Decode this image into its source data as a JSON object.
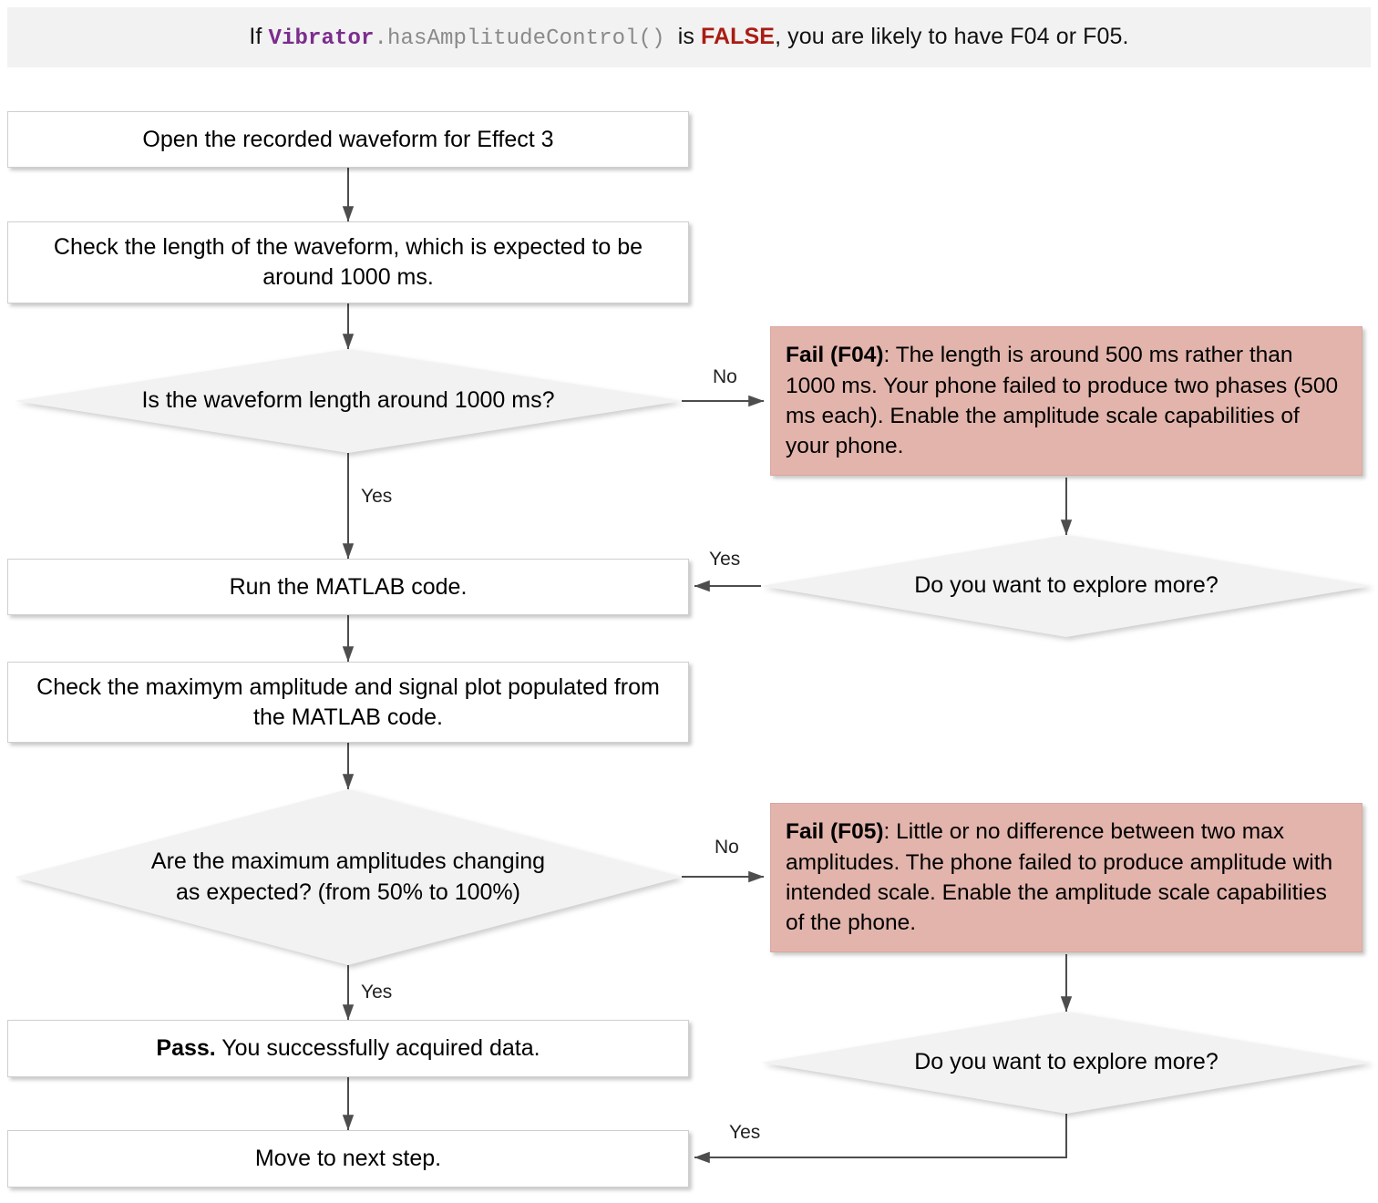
{
  "header": {
    "prefix": "If ",
    "code_class": "Vibrator",
    "code_method": ".hasAmplitudeControl()",
    "middle": "  is ",
    "false_word": "FALSE",
    "suffix": ", you are likely to have F04 or F05.",
    "band_color": "#f2f2f2",
    "code_class_color": "#7b2d8e",
    "code_method_color": "#8a8a8a",
    "false_color": "#aa1c13"
  },
  "colors": {
    "process_fill": "#ffffff",
    "process_border": "#cfcfcf",
    "decision_fill": "#f2f2f2",
    "fail_fill": "#e2b4ab",
    "edge_stroke": "#4d4d4d",
    "text": "#000000"
  },
  "nodes": {
    "open_waveform": {
      "label": "Open the recorded waveform for Effect 3",
      "type": "process"
    },
    "check_length": {
      "label": "Check the length of the waveform, which is expected to be around 1000 ms.",
      "type": "process"
    },
    "decide_length": {
      "label": "Is the waveform length around 1000 ms?",
      "type": "decision"
    },
    "fail_f04": {
      "type": "fail",
      "title": "Fail (F04)",
      "body": ": The length is around 500 ms rather than 1000 ms. Your phone failed to produce two phases (500 ms each). Enable the amplitude scale capabilities of your phone."
    },
    "explore_more_1": {
      "label": "Do you want to explore more?",
      "type": "decision"
    },
    "run_matlab": {
      "label": "Run the MATLAB code.",
      "type": "process"
    },
    "check_amplitude": {
      "label": "Check the maximym amplitude and signal plot populated from the MATLAB code.",
      "type": "process"
    },
    "decide_amplitude": {
      "label": "Are the maximum amplitudes changing as expected? (from 50% to 100%)",
      "type": "decision"
    },
    "fail_f05": {
      "type": "fail",
      "title": "Fail (F05)",
      "body": ": Little or no difference between two max amplitudes. The phone failed to produce amplitude with intended scale. Enable the amplitude scale capabilities of the phone."
    },
    "explore_more_2": {
      "label": "Do you want to explore more?",
      "type": "decision"
    },
    "pass_node": {
      "type": "process",
      "title": "Pass.",
      "body": " You successfully acquired data."
    },
    "next_step": {
      "label": "Move to next step.",
      "type": "process"
    }
  },
  "edge_labels": {
    "length_no": "No",
    "length_yes": "Yes",
    "explore1_yes": "Yes",
    "amplitude_no": "No",
    "amplitude_yes": "Yes",
    "explore2_yes": "Yes"
  },
  "chart_data": {
    "type": "diagram",
    "title": "Effect 3 amplitude-control troubleshooting flowchart",
    "edges": [
      {
        "from": "open_waveform",
        "to": "check_length",
        "label": ""
      },
      {
        "from": "check_length",
        "to": "decide_length",
        "label": ""
      },
      {
        "from": "decide_length",
        "to": "fail_f04",
        "label": "No"
      },
      {
        "from": "decide_length",
        "to": "run_matlab",
        "label": "Yes"
      },
      {
        "from": "fail_f04",
        "to": "explore_more_1",
        "label": ""
      },
      {
        "from": "explore_more_1",
        "to": "run_matlab",
        "label": "Yes"
      },
      {
        "from": "run_matlab",
        "to": "check_amplitude",
        "label": ""
      },
      {
        "from": "check_amplitude",
        "to": "decide_amplitude",
        "label": ""
      },
      {
        "from": "decide_amplitude",
        "to": "fail_f05",
        "label": "No"
      },
      {
        "from": "decide_amplitude",
        "to": "pass_node",
        "label": "Yes"
      },
      {
        "from": "fail_f05",
        "to": "explore_more_2",
        "label": ""
      },
      {
        "from": "explore_more_2",
        "to": "next_step",
        "label": "Yes"
      },
      {
        "from": "pass_node",
        "to": "next_step",
        "label": ""
      }
    ]
  }
}
